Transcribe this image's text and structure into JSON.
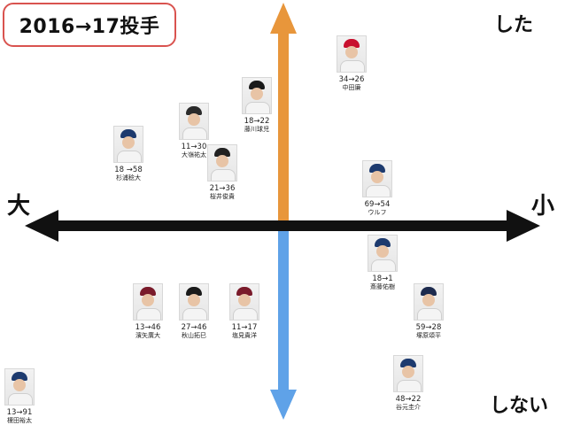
{
  "title": "2016→17投手",
  "labels": {
    "top": "した",
    "bottom": "しない",
    "left": "大",
    "right": "小"
  },
  "colors": {
    "arrow_up": "#e8963b",
    "arrow_down": "#5fa2e8",
    "horizontal": "#111111",
    "title_border": "#d9534f"
  },
  "players": [
    {
      "change": "34→26",
      "name": "中田廉",
      "cap": "#c8102e"
    },
    {
      "change": "18→22",
      "name": "藤川球児",
      "cap": "#1a1a1a"
    },
    {
      "change": "11→30",
      "name": "大嶺祐太",
      "cap": "#2b2b2b"
    },
    {
      "change": "18 →58",
      "name": "杉浦稔大",
      "cap": "#1d3a6e"
    },
    {
      "change": "21→36",
      "name": "桜井俊貴",
      "cap": "#222222"
    },
    {
      "change": "69→54",
      "name": "ウルフ",
      "cap": "#1d3a6e"
    },
    {
      "change": "18→1",
      "name": "斎藤佑樹",
      "cap": "#1d3a6e"
    },
    {
      "change": "13→46",
      "name": "濱矢廣大",
      "cap": "#7a1b2b"
    },
    {
      "change": "27→46",
      "name": "秋山拓巳",
      "cap": "#1a1a1a"
    },
    {
      "change": "11→17",
      "name": "塩見貴洋",
      "cap": "#7a1b2b"
    },
    {
      "change": "59→28",
      "name": "塚原頌平",
      "cap": "#1d2b4e"
    },
    {
      "change": "13→91",
      "name": "榎田裕太",
      "cap": "#1d3a6e"
    },
    {
      "change": "48→22",
      "name": "谷元圭介",
      "cap": "#1d3a6e"
    }
  ]
}
